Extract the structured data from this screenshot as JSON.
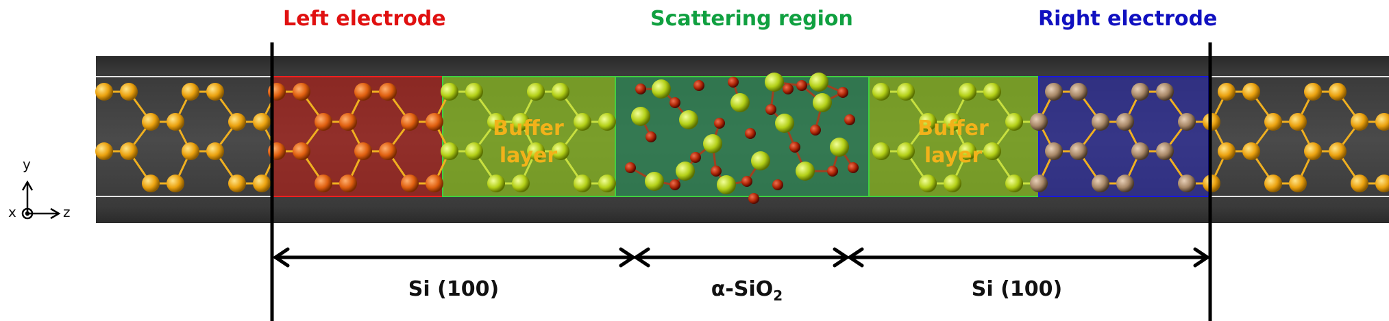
{
  "titles": {
    "left_electrode": "Left electrode",
    "scattering_region": "Scattering region",
    "right_electrode": "Right electrode"
  },
  "buffer_left": {
    "line1": "Buffer",
    "line2": "layer"
  },
  "buffer_right": {
    "line1": "Buffer",
    "line2": "layer"
  },
  "dimensions": {
    "left": "Si (100)",
    "middle_prefix": "α-SiO",
    "middle_subscript": "2",
    "right": "Si (100)"
  },
  "axes": {
    "y": "y",
    "x": "x",
    "z": "z"
  },
  "colors": {
    "left_title": "#e01010",
    "scattering_title": "#10a040",
    "right_title": "#1010c0",
    "left_region": "#cc1a10",
    "buffer_region": "#8fc21e",
    "scattering_region": "#2e8a55",
    "right_region": "#2a2ab0",
    "si_atom": "#f0b020",
    "o_atom": "#b02808",
    "si_electrode_atom": "#b89070"
  }
}
